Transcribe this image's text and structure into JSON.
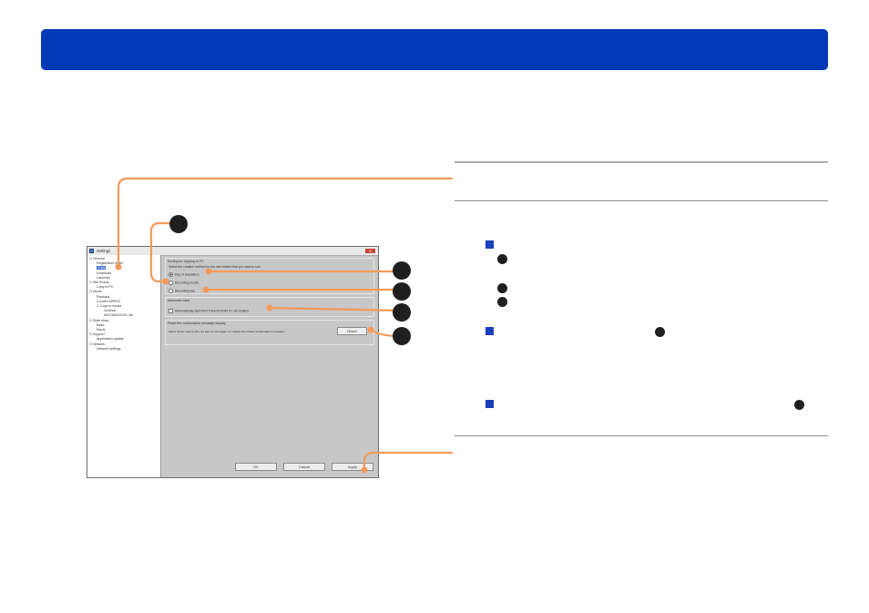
{
  "dialog": {
    "title": "Settings",
    "close_label": "X",
    "tree": [
      {
        "label": "General",
        "depth": 0,
        "expander": "⊟"
      },
      {
        "label": "Registration folder",
        "depth": 1,
        "expander": ""
      },
      {
        "label": "Copy",
        "depth": 1,
        "expander": "",
        "selected": true
      },
      {
        "label": "Download",
        "depth": 1,
        "expander": ""
      },
      {
        "label": "Launcher",
        "depth": 1,
        "expander": ""
      },
      {
        "label": "Still Picture",
        "depth": 0,
        "expander": "⊟"
      },
      {
        "label": "Copy to PC",
        "depth": 1,
        "expander": ""
      },
      {
        "label": "Movie",
        "depth": 0,
        "expander": "⊟"
      },
      {
        "label": "Playback",
        "depth": 1,
        "expander": ""
      },
      {
        "label": "Convert MPEG2",
        "depth": 1,
        "expander": ""
      },
      {
        "label": "Copy to media",
        "depth": 1,
        "expander": "⊟"
      },
      {
        "label": "General",
        "depth": 2,
        "expander": ""
      },
      {
        "label": "AVCHD/AVCHD Lite",
        "depth": 2,
        "expander": ""
      },
      {
        "label": "Slide show",
        "depth": 0,
        "expander": "⊟"
      },
      {
        "label": "Basic",
        "depth": 1,
        "expander": ""
      },
      {
        "label": "Movie",
        "depth": 1,
        "expander": ""
      },
      {
        "label": "Support",
        "depth": 0,
        "expander": "⊟"
      },
      {
        "label": "Application update",
        "depth": 1,
        "expander": ""
      },
      {
        "label": "Network",
        "depth": 0,
        "expander": "⊟"
      },
      {
        "label": "Network settings",
        "depth": 1,
        "expander": ""
      }
    ],
    "sort_group": {
      "title": "Sorting for copying to PC",
      "description": "Select the creation method for the new folders that you want to sort.",
      "options": [
        "Day of acquisition",
        "Recording month",
        "Recording day"
      ]
    },
    "autostart_group": {
      "title": "Automatic start",
      "option": "Automatically start PHOTOfunSTUDIO 5.1 HD Edition"
    },
    "reset_group": {
      "title": "Reset the confirmation message display",
      "description": "Add a check mark to [Do not ask me this again.] to display the hidden confirmation messages.",
      "reset_label": "Reset"
    },
    "buttons": {
      "ok": "OK",
      "cancel": "Cancel",
      "apply": "Apply"
    }
  },
  "colors": {
    "header": "#0039b8",
    "callout": "#f39a5a",
    "bullet": "#1a3fb8",
    "badge": "#1f1f1f"
  }
}
